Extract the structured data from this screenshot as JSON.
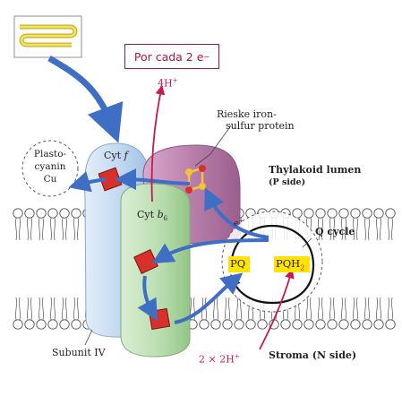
{
  "label_box": {
    "prefix": "Por cada 2 e",
    "sup": "−"
  },
  "proton_out": {
    "text": "4H",
    "sup": "+"
  },
  "proton_in": {
    "prefix": "2 × 2H",
    "sup": "+"
  },
  "rieske": {
    "line1": "Rieske iron-",
    "line2": "sulfur protein"
  },
  "plastocyanin": {
    "line1": "Plasto-",
    "line2": "cyanin",
    "line3": "Cu"
  },
  "cyt_f": {
    "text": "Cyt ",
    "italic": "f"
  },
  "cyt_b6": {
    "text": "Cyt ",
    "italic": "b",
    "sub": "6"
  },
  "lumen": {
    "line1": "Thylakoid lumen",
    "line2": "(P side)"
  },
  "q_cycle": "Q cycle",
  "pq": "PQ",
  "pqh2": {
    "text": "PQH",
    "sub": "2"
  },
  "electron": {
    "text": "e",
    "sup": "−"
  },
  "subunit": "Subunit IV",
  "stroma": "Stroma (N side)",
  "colors": {
    "cyt_f": "#c7ddf2",
    "cyt_b6": "#bfe0b5",
    "rieske": "#b77fa8",
    "heme": "#d8312c",
    "arrow": "#3f6fc4",
    "proton": "#c41a4f",
    "pq_highlight": "#ffe400"
  }
}
